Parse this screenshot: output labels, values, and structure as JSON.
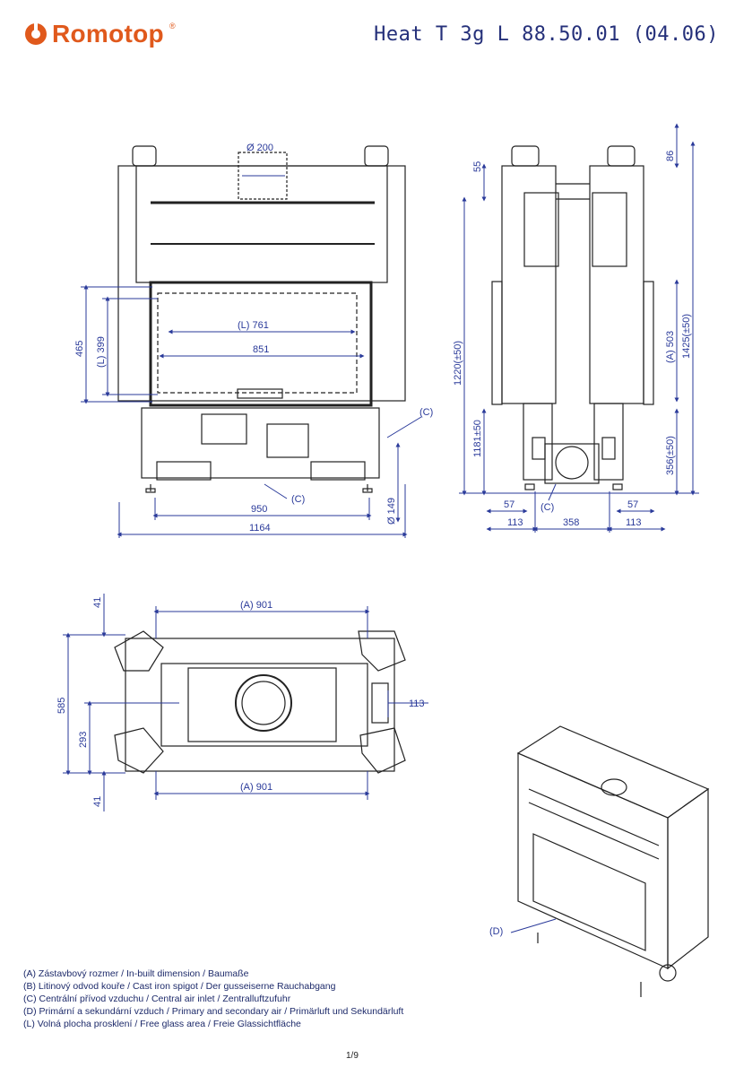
{
  "brand": {
    "name": "Romotop",
    "reg": "®",
    "color": "#e0591c"
  },
  "title": "Heat T 3g L 88.50.01 (04.06)",
  "colors": {
    "dimension": "#2a3a9a",
    "outline": "#222222"
  },
  "front_view": {
    "flue_dia": "Ø 200",
    "glass_width": "(L) 761",
    "opening_width": "851",
    "glass_height_left": "(L) 399",
    "opening_height": "465",
    "callout_side": "(C)",
    "callout_bottom": "(C)",
    "base_width": "950",
    "total_width": "1164",
    "air_inlet_dia": "Ø 149"
  },
  "side_view": {
    "top_offset": "55",
    "top_right": "86",
    "height_left": "1220(±50)",
    "height_right_total": "1425(±50)",
    "built_in_right": "(A) 503",
    "low_left": "1181±50",
    "low_right": "356(±50)",
    "callout": "(C)",
    "dim_57_left": "57",
    "dim_57_right": "57",
    "dim_113_left": "113",
    "dim_113_right": "113",
    "dim_358": "358"
  },
  "top_view": {
    "top_width": "(A) 901",
    "bottom_width": "(A) 901",
    "depth": "585",
    "center": "293",
    "top_small": "41",
    "bottom_small": "41",
    "right_small": "113"
  },
  "iso_view": {
    "callout": "(D)"
  },
  "legend": [
    "(A)  Zástavbový rozmer / In-built dimension / Baumaße",
    "(B)  Litinový odvod kouře / Cast iron spigot / Der gusseiserne Rauchabgang",
    "(C)  Centrální přívod vzduchu / Central air inlet / Zentralluftzufuhr",
    "(D)  Primární a sekundární vzduch / Primary and secondary air / Primärluft und Sekundärluft",
    "(L)  Volná plocha prosklení / Free glass area / Freie Glassichtfläche"
  ],
  "page_number": "1/9"
}
